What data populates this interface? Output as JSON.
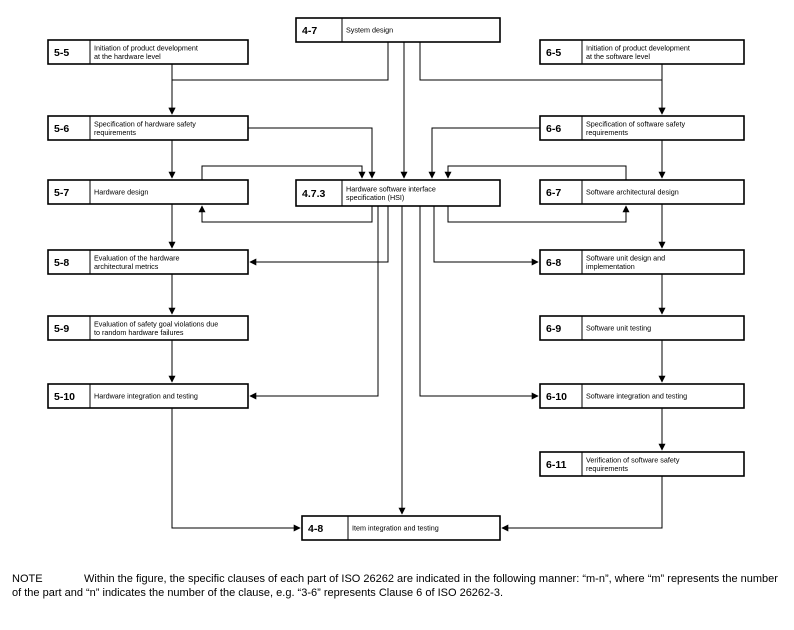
{
  "boxes": {
    "sys": {
      "num": "4-7",
      "label": [
        "System design"
      ]
    },
    "b55": {
      "num": "5-5",
      "label": [
        "Initiation  of product development",
        "at the hardware level"
      ]
    },
    "b65": {
      "num": "6-5",
      "label": [
        "Initiation  of product development",
        "at the software level"
      ]
    },
    "b56": {
      "num": "5-6",
      "label": [
        "Specification  of hardware safety",
        "requirements"
      ]
    },
    "b66": {
      "num": "6-6",
      "label": [
        "Specification  of software safety",
        "requirements"
      ]
    },
    "b57": {
      "num": "5-7",
      "label": [
        "Hardware design"
      ]
    },
    "hsi": {
      "num": "4.7.3",
      "label": [
        "Hardware software interface",
        "specification (HSI)"
      ]
    },
    "b67": {
      "num": "6-7",
      "label": [
        "Software  architectural design"
      ]
    },
    "b58": {
      "num": "5-8",
      "label": [
        "Evaluation  of the hardware",
        "architectural metrics"
      ]
    },
    "b68": {
      "num": "6-8",
      "label": [
        "Software  unit design and",
        "implementation"
      ]
    },
    "b59": {
      "num": "5-9",
      "label": [
        "Evaluation  of safety goal violations due",
        "to random hardware failures"
      ]
    },
    "b69": {
      "num": "6-9",
      "label": [
        "Software  unit testing"
      ]
    },
    "b510": {
      "num": "5-10",
      "label": [
        "Hardware integration  and  testing"
      ]
    },
    "b610": {
      "num": "6-10",
      "label": [
        "Software  integration  and  testing"
      ]
    },
    "b611": {
      "num": "6-11",
      "label": [
        "Verification  of software safety",
        "requirements"
      ]
    },
    "b48": {
      "num": "4-8",
      "label": [
        "Item integration  and testing"
      ]
    }
  },
  "note": {
    "label": "NOTE",
    "text": "Within the figure, the specific clauses of each part of ISO 26262 are indicated in the following manner: “m-n”, where “m” represents the number of the part and “n” indicates the number of the clause, e.g. “3-6” represents Clause 6 of ISO 26262-3."
  }
}
